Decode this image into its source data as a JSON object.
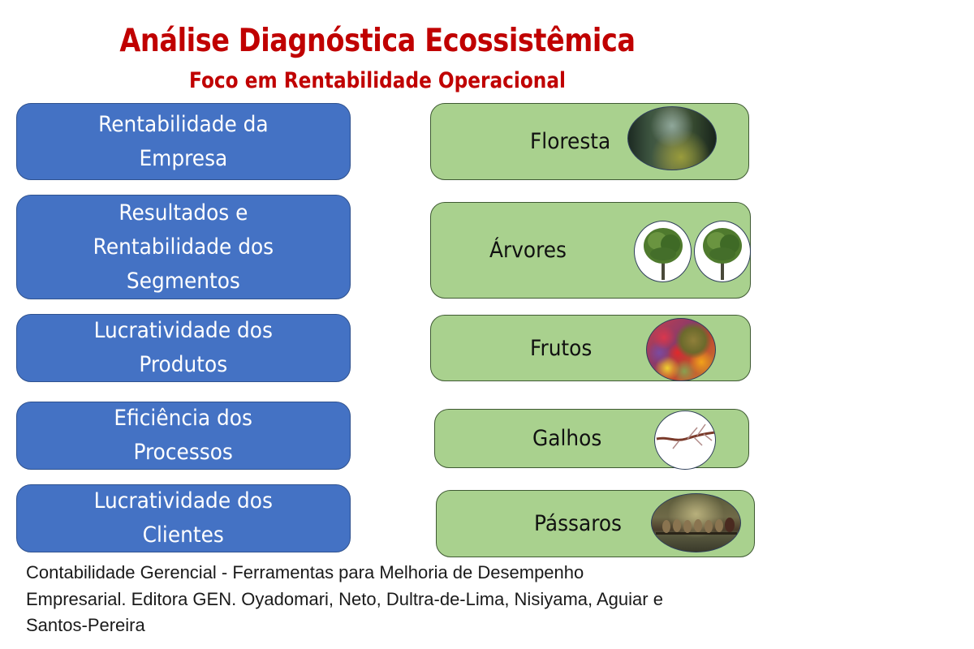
{
  "header": {
    "title": "Análise Diagnóstica Ecossistêmica",
    "subtitle": "Foco em Rentabilidade Operacional"
  },
  "colors": {
    "title": "#c00000",
    "blue_box": "#4472c4",
    "green_box": "#a9d18e"
  },
  "left_column": [
    {
      "lines": [
        "Rentabilidade da",
        "Empresa"
      ]
    },
    {
      "lines": [
        "Resultados e",
        "Rentabilidade dos",
        "Segmentos"
      ]
    },
    {
      "lines": [
        "Lucratividade dos",
        "Produtos"
      ]
    },
    {
      "lines": [
        "Eficiência dos",
        "Processos"
      ]
    },
    {
      "lines": [
        "Lucratividade dos",
        "Clientes"
      ]
    }
  ],
  "right_column": [
    {
      "label": "Floresta",
      "image": "forest-image"
    },
    {
      "label": "Árvores",
      "image": "tree-image (x2)"
    },
    {
      "label": "Frutos",
      "image": "fruits-image"
    },
    {
      "label": "Galhos",
      "image": "branch-image"
    },
    {
      "label": "Pássaros",
      "image": "birds-image"
    }
  ],
  "citation": {
    "lines": [
      "Contabilidade Gerencial - Ferramentas para Melhoria de Desempenho",
      "Empresarial. Editora GEN. Oyadomari, Neto, Dultra-de-Lima, Nisiyama, Aguiar e",
      "Santos-Pereira"
    ]
  }
}
